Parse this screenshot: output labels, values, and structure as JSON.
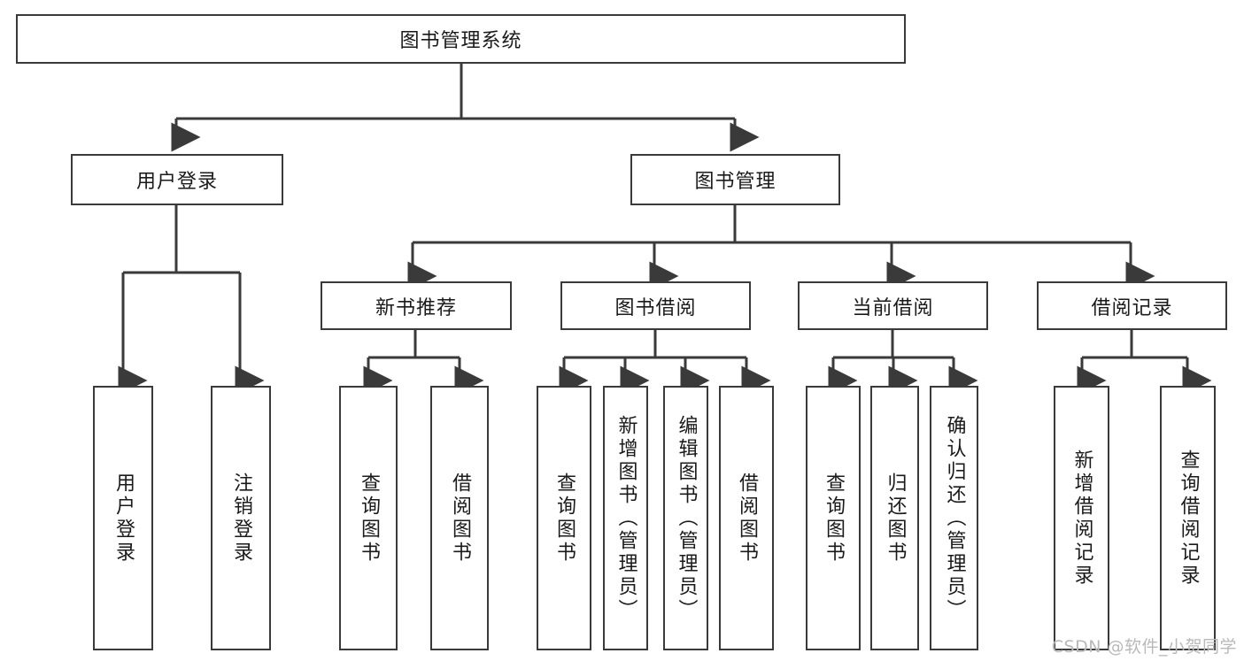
{
  "diagram": {
    "title": "图书管理系统",
    "type": "functional-structure-tree",
    "root": {
      "label": "图书管理系统"
    },
    "level2": [
      {
        "label": "用户登录"
      },
      {
        "label": "图书管理"
      }
    ],
    "level3": [
      {
        "label": "新书推荐"
      },
      {
        "label": "图书借阅"
      },
      {
        "label": "当前借阅"
      },
      {
        "label": "借阅记录"
      }
    ],
    "leaves": {
      "user_login": [
        {
          "label": "用户登录"
        },
        {
          "label": "注销登录"
        }
      ],
      "new_book_recommend": [
        {
          "label": "查询图书"
        },
        {
          "label": "借阅图书"
        }
      ],
      "book_borrow": [
        {
          "label": "查询图书"
        },
        {
          "label": "新增图书（管理员）"
        },
        {
          "label": "编辑图书（管理员）"
        },
        {
          "label": "借阅图书"
        }
      ],
      "current_borrow": [
        {
          "label": "查询图书"
        },
        {
          "label": "归还图书"
        },
        {
          "label": "确认归还（管理员）"
        }
      ],
      "borrow_record": [
        {
          "label": "新增借阅记录"
        },
        {
          "label": "查询借阅记录"
        }
      ]
    }
  },
  "watermark": {
    "text": "CSDN @软件_小贺同学"
  },
  "colors": {
    "background": "#ffffff",
    "box_border": "#3a3a3a",
    "connector": "#3a3a3a",
    "text": "#1a1a1a",
    "watermark": "#b9b9b9"
  }
}
